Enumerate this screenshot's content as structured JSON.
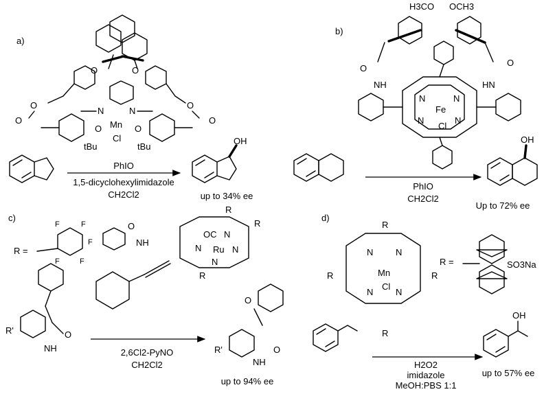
{
  "panels": {
    "a": {
      "label": "a)",
      "reagents": [
        "PhIO",
        "1,5-dicyclohexylimidazole",
        "CH2Cl2"
      ],
      "ee": "up to 34% ee",
      "atoms": {
        "metal": "Mn",
        "axial": "Cl",
        "tbu": "tBu"
      }
    },
    "b": {
      "label": "b)",
      "reagents": [
        "PhIO",
        "CH2Cl2"
      ],
      "ee": "Up to 72% ee",
      "atoms": {
        "metal": "Fe",
        "axial": "Cl",
        "ome": "H3CO",
        "ome2": "OCH3"
      }
    },
    "c": {
      "label": "c)",
      "reagents": [
        "2,6Cl2-PyNO",
        "CH2Cl2"
      ],
      "ee": "up to 94% ee",
      "atoms": {
        "metal": "Ru",
        "co": "OC",
        "r_def": "R ="
      }
    },
    "d": {
      "label": "d)",
      "reagents": [
        "H2O2",
        "imidazole",
        "MeOH:PBS 1:1"
      ],
      "ee": "up to 57% ee",
      "atoms": {
        "metal": "Mn",
        "axial": "Cl",
        "r_def": "R =",
        "so3na": "SO3Na"
      }
    }
  }
}
